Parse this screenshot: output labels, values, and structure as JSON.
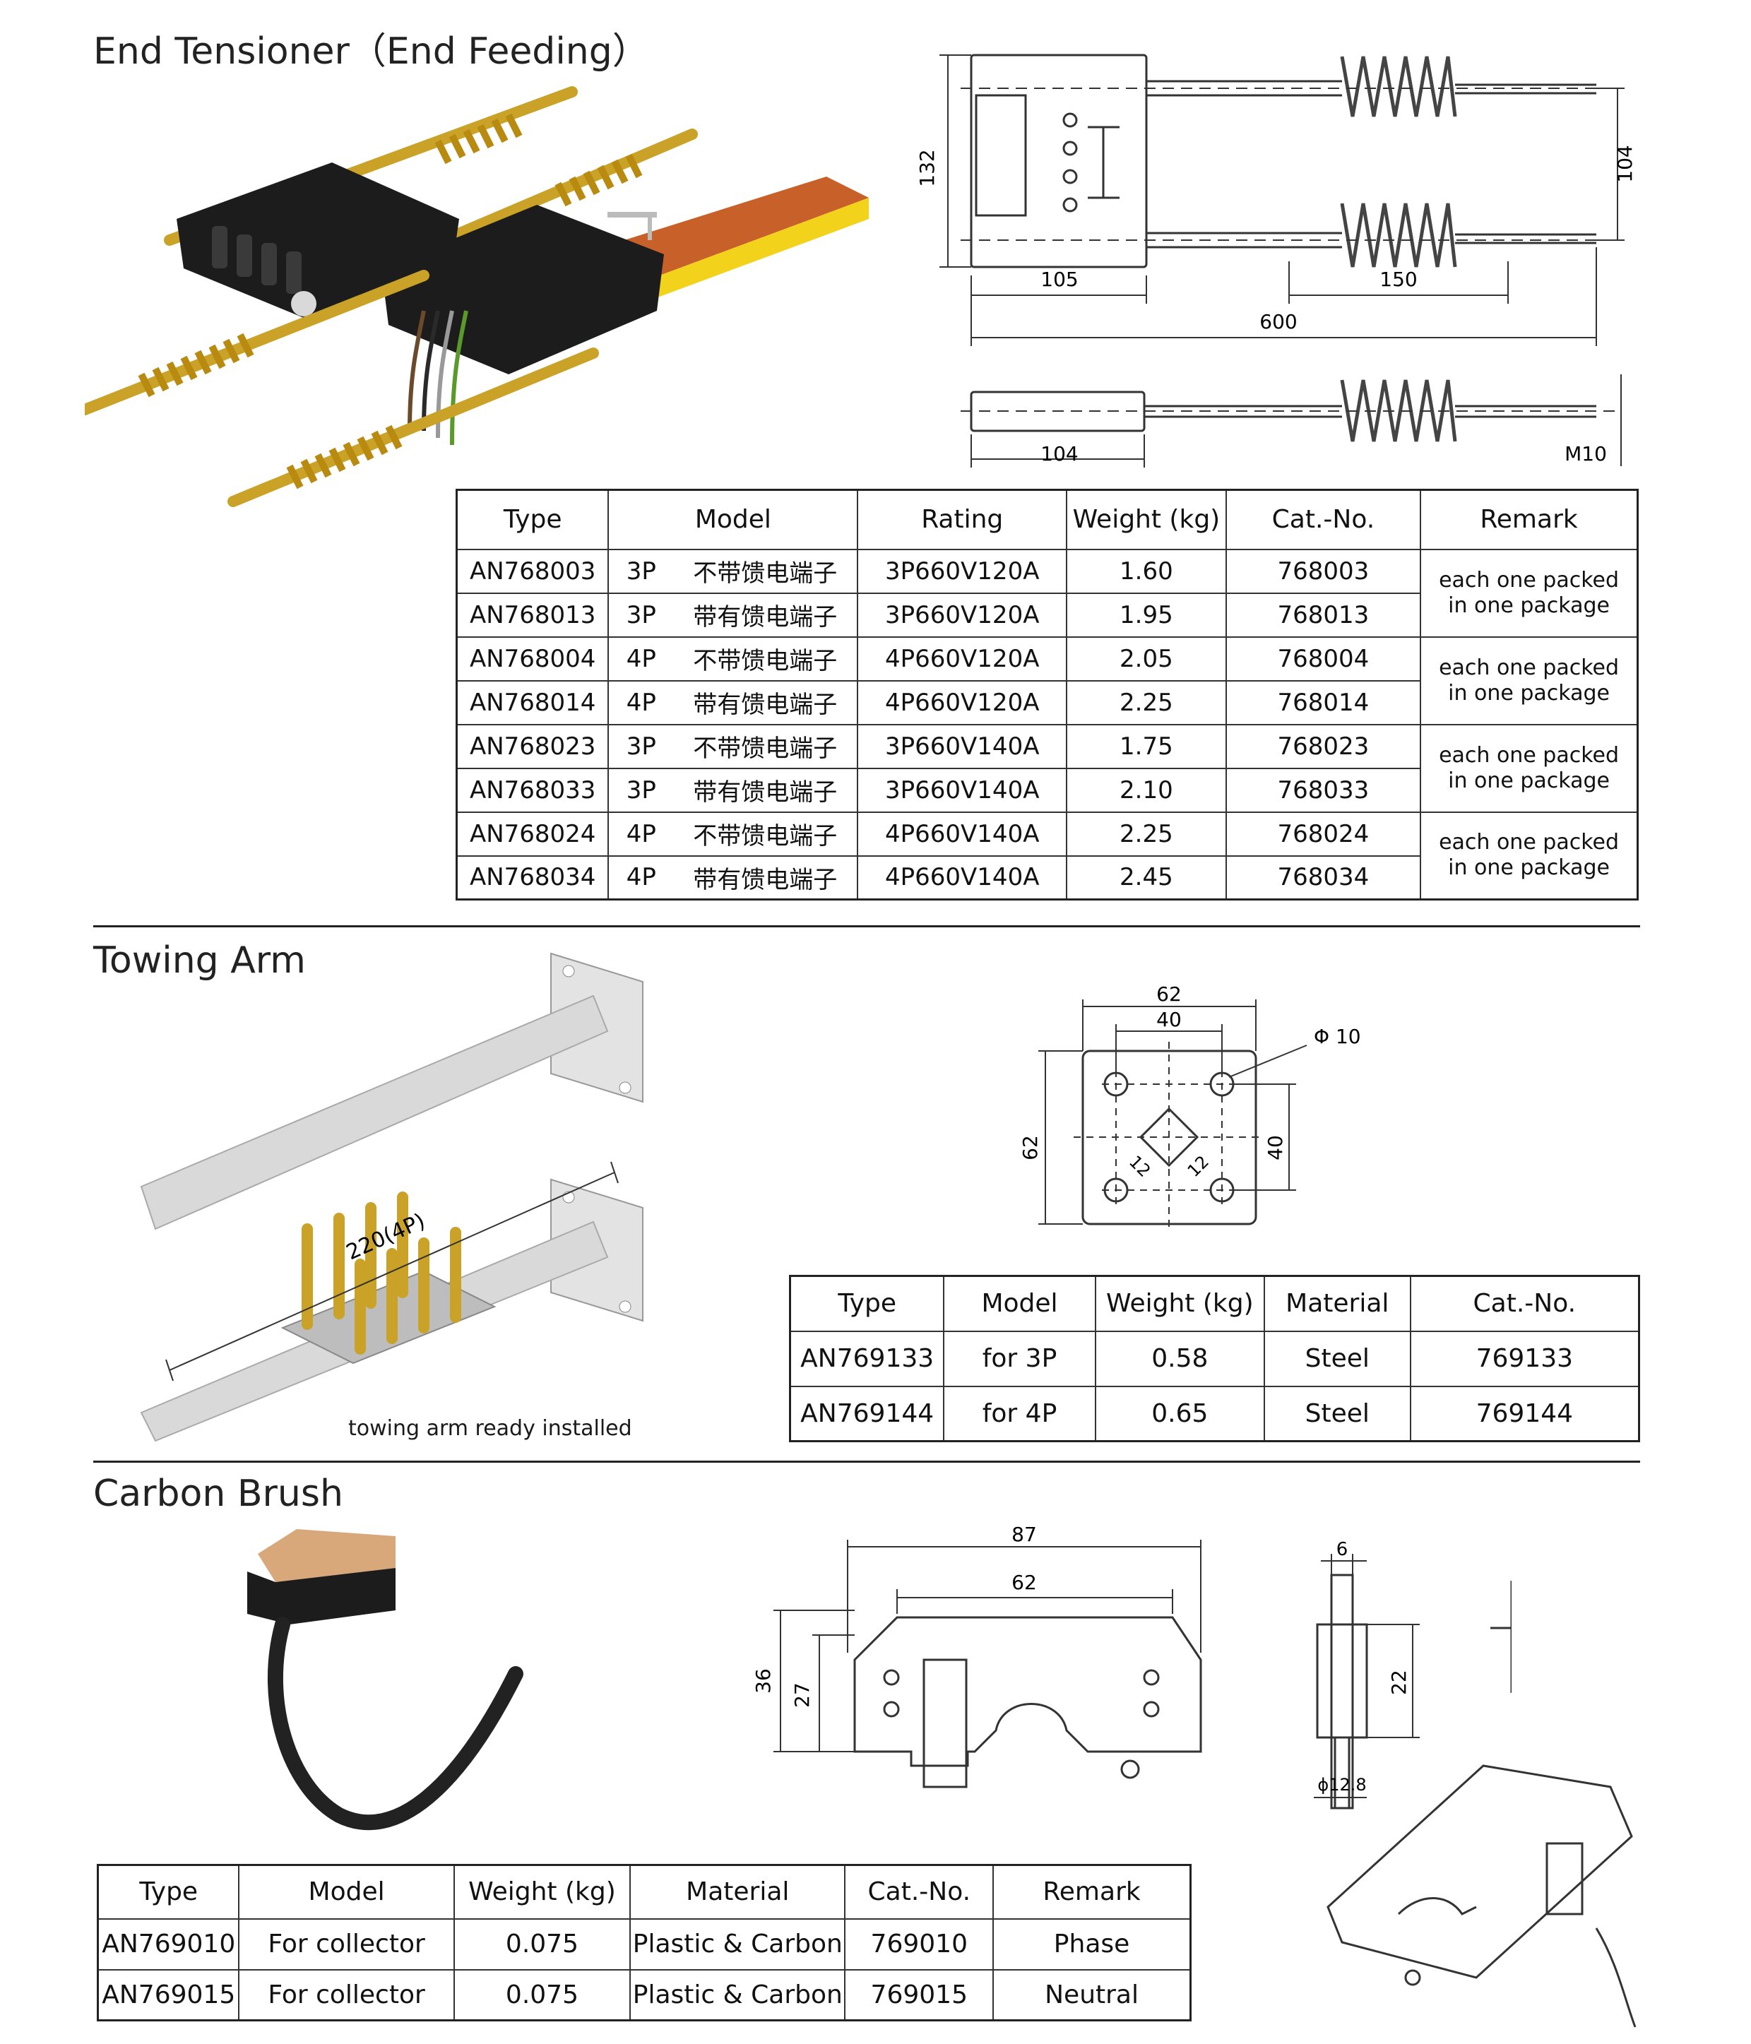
{
  "sections": {
    "end_tensioner": {
      "title": "End Tensioner（End Feeding）",
      "dims": {
        "d132": "132",
        "d105": "105",
        "d150": "150",
        "d600": "600",
        "d104a": "104",
        "d104b": "104",
        "m10": "M10"
      },
      "table": {
        "headers": {
          "type": "Type",
          "model": "Model",
          "rating": "Rating",
          "weight": "Weight (kg)",
          "catno": "Cat.-No.",
          "remark": "Remark"
        },
        "rows": [
          {
            "type": "AN768003",
            "poles": "3P",
            "desc": "不带馈电端子",
            "rating": "3P660V120A",
            "weight": "1.60",
            "catno": "768003"
          },
          {
            "type": "AN768013",
            "poles": "3P",
            "desc": "带有馈电端子",
            "rating": "3P660V120A",
            "weight": "1.95",
            "catno": "768013"
          },
          {
            "type": "AN768004",
            "poles": "4P",
            "desc": "不带馈电端子",
            "rating": "4P660V120A",
            "weight": "2.05",
            "catno": "768004"
          },
          {
            "type": "AN768014",
            "poles": "4P",
            "desc": "带有馈电端子",
            "rating": "4P660V120A",
            "weight": "2.25",
            "catno": "768014"
          },
          {
            "type": "AN768023",
            "poles": "3P",
            "desc": "不带馈电端子",
            "rating": "3P660V140A",
            "weight": "1.75",
            "catno": "768023"
          },
          {
            "type": "AN768033",
            "poles": "3P",
            "desc": "带有馈电端子",
            "rating": "3P660V140A",
            "weight": "2.10",
            "catno": "768033"
          },
          {
            "type": "AN768024",
            "poles": "4P",
            "desc": "不带馈电端子",
            "rating": "4P660V140A",
            "weight": "2.25",
            "catno": "768024"
          },
          {
            "type": "AN768034",
            "poles": "4P",
            "desc": "带有馈电端子",
            "rating": "4P660V140A",
            "weight": "2.45",
            "catno": "768034"
          }
        ],
        "remarks": [
          {
            "line1": "each one packed",
            "line2": "in one package"
          },
          {
            "line1": "each one packed",
            "line2": "in one package"
          },
          {
            "line1": "each one packed",
            "line2": "in one package"
          },
          {
            "line1": "each one packed",
            "line2": "in one package"
          }
        ]
      }
    },
    "towing_arm": {
      "title": "Towing Arm",
      "length_label": "220(4P)",
      "caption": "towing arm ready installed",
      "dims": {
        "d62a": "62",
        "d40a": "40",
        "phi": "Φ 10",
        "d62b": "62",
        "d40b": "40",
        "d12a": "12",
        "d12b": "12"
      },
      "table": {
        "headers": {
          "type": "Type",
          "model": "Model",
          "weight": "Weight (kg)",
          "material": "Material",
          "catno": "Cat.-No."
        },
        "rows": [
          {
            "type": "AN769133",
            "model": "for 3P",
            "weight": "0.58",
            "material": "Steel",
            "catno": "769133"
          },
          {
            "type": "AN769144",
            "model": "for 4P",
            "weight": "0.65",
            "material": "Steel",
            "catno": "769144"
          }
        ]
      }
    },
    "carbon_brush": {
      "title": "Carbon Brush",
      "dims": {
        "d87": "87",
        "d62": "62",
        "d36": "36",
        "d27": "27",
        "d6": "6",
        "d22": "22",
        "d128": "ϕ12.8"
      },
      "table": {
        "headers": {
          "type": "Type",
          "model": "Model",
          "weight": "Weight (kg)",
          "material": "Material",
          "catno": "Cat.-No.",
          "remark": "Remark"
        },
        "rows": [
          {
            "type": "AN769010",
            "model": "For collector",
            "weight": "0.075",
            "material": "Plastic & Carbon",
            "catno": "769010",
            "remark": "Phase"
          },
          {
            "type": "AN769015",
            "model": "For collector",
            "weight": "0.075",
            "material": "Plastic & Carbon",
            "catno": "769015",
            "remark": "Neutral"
          }
        ]
      }
    }
  },
  "colors": {
    "gold": "#c9a227",
    "copper": "#c8602a",
    "yellow": "#f3d21b",
    "black": "#1c1c1c",
    "steel": "#d9d9d9"
  }
}
